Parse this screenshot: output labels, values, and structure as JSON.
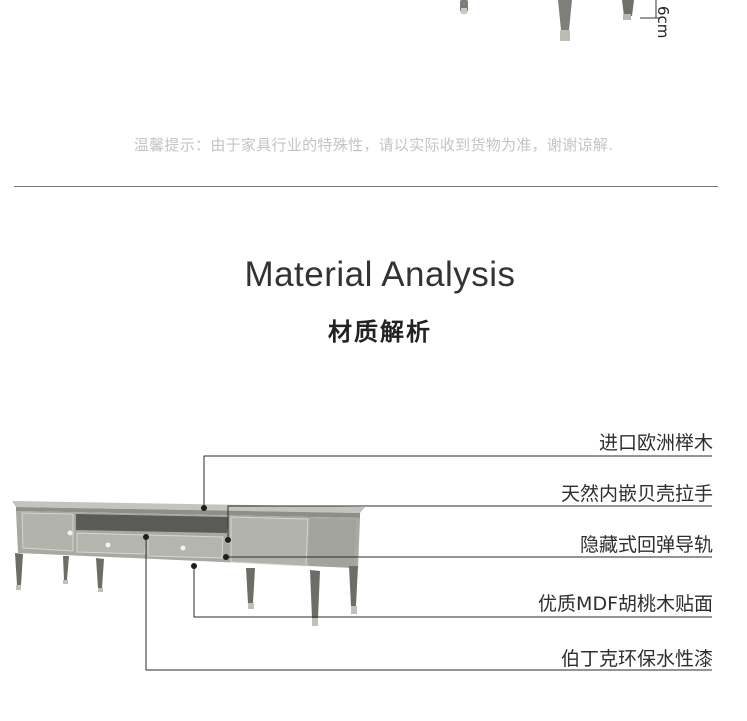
{
  "top_section": {
    "dimension_label": "6cm",
    "notice": "温馨提示：由于家具行业的特殊性，请以实际收到货物为准，谢谢谅解."
  },
  "material_section": {
    "title_en": "Material Analysis",
    "title_cn": "材质解析",
    "callouts": [
      {
        "label": "进口欧洲榉木"
      },
      {
        "label": "天然内嵌贝壳拉手"
      },
      {
        "label": "隐藏式回弹导轨"
      },
      {
        "label": "优质MDF胡桃木贴面"
      },
      {
        "label": "伯丁克环保水性漆"
      }
    ]
  },
  "colors": {
    "furniture_body": "#a9aaa2",
    "furniture_dark": "#6f706a",
    "line": "#2b2b2b",
    "notice_text": "#c4c4c4"
  }
}
